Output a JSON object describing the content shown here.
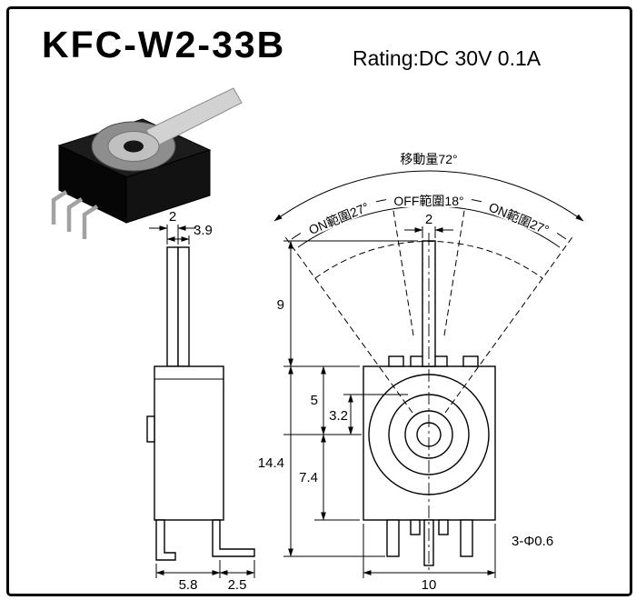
{
  "page": {
    "title": "KFC-W2-33B",
    "rating": "Rating:DC 30V 0.1A"
  },
  "side_view": {
    "dims": {
      "lever_thickness": "2",
      "lever_depth": "3.9",
      "body_depth": "5.8",
      "pin_offset": "2.5"
    }
  },
  "front_view": {
    "angle_labels": {
      "travel": "移動量72°",
      "on_left": "ON範圍27°",
      "off": "OFF範圍18°",
      "on_right": "ON範圍27°"
    },
    "dims": {
      "lever_width": "2",
      "lever_height": "9",
      "center_from_top": "5",
      "hole_offset": "3.2",
      "total_height": "14.4",
      "center_to_bottom": "7.4",
      "body_width": "10",
      "pin_note": "3-Φ0.6"
    }
  }
}
